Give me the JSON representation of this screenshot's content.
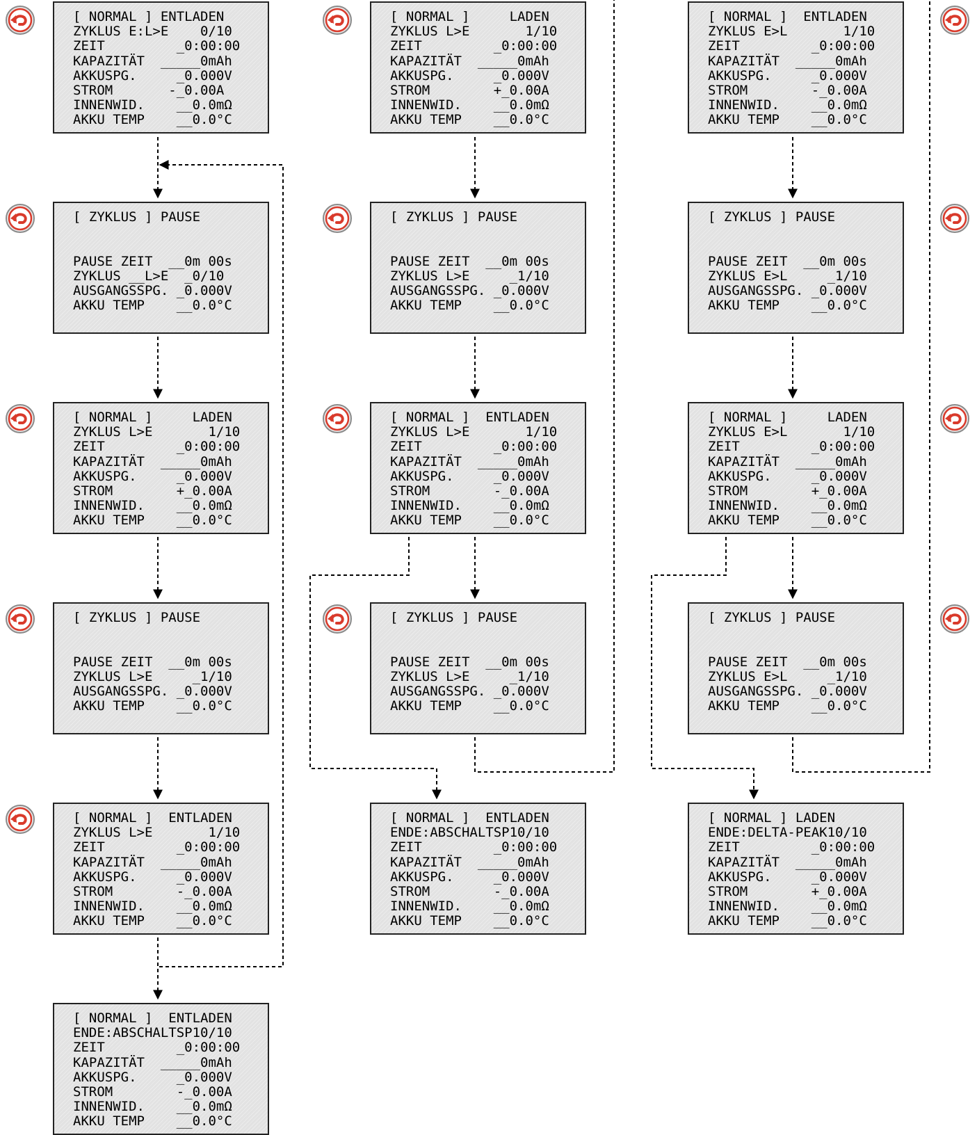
{
  "icons": {
    "back_icon": "undo-arrow-icon",
    "back_icon_color": "#d93a2b"
  },
  "screens": {
    "s1": [
      "[ NORMAL ] ENTLADEN",
      "ZYKLUS E:L>E    0/10",
      "ZEIT         _0:00:00",
      "KAPAZITÄT  _____0mAh",
      "AKKUSPG.     _0.000V",
      "STROM       -_0.00A",
      "INNENWID.    __0.0mΩ",
      "AKKU TEMP    __0.0°C"
    ],
    "s2": [
      "[ ZYKLUS ] PAUSE",
      "",
      "",
      "PAUSE ZEIT  __0m 00s",
      "ZYKLUS __L>E  _0/10",
      "AUSGANGSSPG. _0.000V",
      "AKKU TEMP    __0.0°C"
    ],
    "s3": [
      "[ NORMAL ]     LADEN",
      "ZYKLUS L>E       1/10",
      "ZEIT         _0:00:00",
      "KAPAZITÄT  _____0mAh",
      "AKKUSPG.     _0.000V",
      "STROM        +_0.00A",
      "INNENWID.    __0.0mΩ",
      "AKKU TEMP    __0.0°C"
    ],
    "s4": [
      "[ ZYKLUS ] PAUSE",
      "",
      "",
      "PAUSE ZEIT  __0m 00s",
      "ZYKLUS L>E     _1/10",
      "AUSGANGSSPG. _0.000V",
      "AKKU TEMP    __0.0°C"
    ],
    "s5": [
      "[ NORMAL ]  ENTLADEN",
      "ZYKLUS L>E       1/10",
      "ZEIT         _0:00:00",
      "KAPAZITÄT  _____0mAh",
      "AKKUSPG.     _0.000V",
      "STROM        -_0.00A",
      "INNENWID.    __0.0mΩ",
      "AKKU TEMP    __0.0°C"
    ],
    "s6": [
      "[ NORMAL ]  ENTLADEN",
      "ENDE:ABSCHALTSP10/10",
      "ZEIT         _0:00:00",
      "KAPAZITÄT  _____0mAh",
      "AKKUSPG.     _0.000V",
      "STROM        -_0.00A",
      "INNENWID.    __0.0mΩ",
      "AKKU TEMP    __0.0°C"
    ],
    "m1": [
      "[ NORMAL ]     LADEN",
      "ZYKLUS L>E       1/10",
      "ZEIT         _0:00:00",
      "KAPAZITÄT  _____0mAh",
      "AKKUSPG.     _0.000V",
      "STROM        +_0.00A",
      "INNENWID.    __0.0mΩ",
      "AKKU TEMP    __0.0°C"
    ],
    "m2": [
      "[ ZYKLUS ] PAUSE",
      "",
      "",
      "PAUSE ZEIT  __0m 00s",
      "ZYKLUS L>E     _1/10",
      "AUSGANGSSPG. _0.000V",
      "AKKU TEMP    __0.0°C"
    ],
    "m3": [
      "[ NORMAL ]  ENTLADEN",
      "ZYKLUS L>E       1/10",
      "ZEIT         _0:00:00",
      "KAPAZITÄT  _____0mAh",
      "AKKUSPG.     _0.000V",
      "STROM        -_0.00A",
      "INNENWID.    __0.0mΩ",
      "AKKU TEMP    __0.0°C"
    ],
    "m4": [
      "[ ZYKLUS ] PAUSE",
      "",
      "",
      "PAUSE ZEIT  __0m 00s",
      "ZYKLUS L>E     _1/10",
      "AUSGANGSSPG. _0.000V",
      "AKKU TEMP    __0.0°C"
    ],
    "m5": [
      "[ NORMAL ]  ENTLADEN",
      "ENDE:ABSCHALTSP10/10",
      "ZEIT         _0:00:00",
      "KAPAZITÄT  _____0mAh",
      "AKKUSPG.     _0.000V",
      "STROM        -_0.00A",
      "INNENWID.    __0.0mΩ",
      "AKKU TEMP    __0.0°C"
    ],
    "r1": [
      "[ NORMAL ]  ENTLADEN",
      "ZYKLUS E>L       1/10",
      "ZEIT         _0:00:00",
      "KAPAZITÄT  _____0mAh",
      "AKKUSPG.     _0.000V",
      "STROM        -_0.00A",
      "INNENWID.    __0.0mΩ",
      "AKKU TEMP    __0.0°C"
    ],
    "r2": [
      "[ ZYKLUS ] PAUSE",
      "",
      "",
      "PAUSE ZEIT  __0m 00s",
      "ZYKLUS E>L     _1/10",
      "AUSGANGSSPG. _0.000V",
      "AKKU TEMP    __0.0°C"
    ],
    "r3": [
      "[ NORMAL ]     LADEN",
      "ZYKLUS E>L       1/10",
      "ZEIT         _0:00:00",
      "KAPAZITÄT  _____0mAh",
      "AKKUSPG.     _0.000V",
      "STROM        +_0.00A",
      "INNENWID.    __0.0mΩ",
      "AKKU TEMP    __0.0°C"
    ],
    "r4": [
      "[ ZYKLUS ] PAUSE",
      "",
      "",
      "PAUSE ZEIT  __0m 00s",
      "ZYKLUS E>L     _1/10",
      "AUSGANGSSPG. _0.000V",
      "AKKU TEMP    __0.0°C"
    ],
    "r5": [
      "[ NORMAL ] LADEN",
      "ENDE:DELTA-PEAK10/10",
      "ZEIT         _0:00:00",
      "KAPAZITÄT  _____0mAh",
      "AKKUSPG.     _0.000V",
      "STROM        +_0.00A",
      "INNENWID.    __0.0mΩ",
      "AKKU TEMP    __0.0°C"
    ]
  }
}
